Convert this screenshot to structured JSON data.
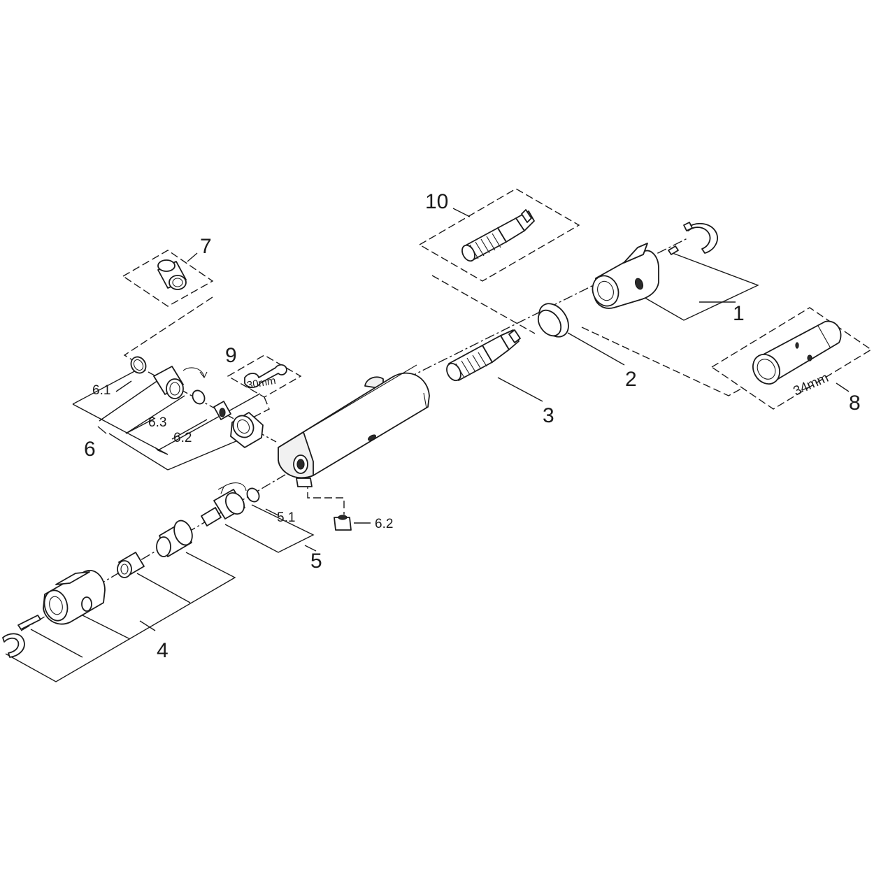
{
  "callouts": {
    "c1": "1",
    "c2": "2",
    "c3": "3",
    "c4": "4",
    "c5": "5",
    "c5_1": "5.1",
    "c6": "6",
    "c6_1": "6.1",
    "c6_2a": "6.2",
    "c6_2b": "6.2",
    "c6_3": "6.3",
    "c7": "7",
    "c8": "8",
    "c9": "9",
    "c10": "10"
  },
  "tool_sizes": {
    "wrench_9": "30mm",
    "key_8": "34mm"
  }
}
